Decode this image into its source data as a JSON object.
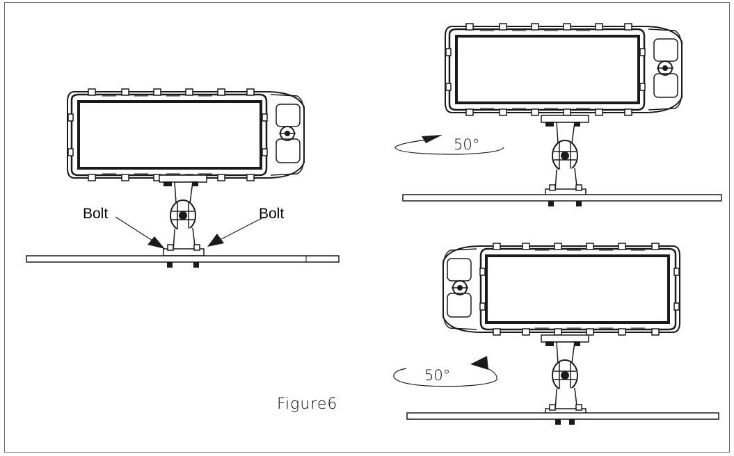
{
  "figure": {
    "caption": "Figure6",
    "labels": {
      "bolt_left": "Bolt",
      "bolt_right": "Bolt",
      "rotation_right": "50°",
      "rotation_left": "50°"
    }
  },
  "colors": {
    "line": "#1a1a1a",
    "frame": "#6e6e6e",
    "background": "#ffffff"
  }
}
